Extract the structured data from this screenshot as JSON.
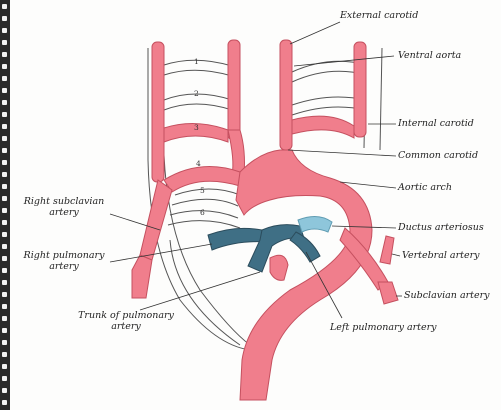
{
  "labels": {
    "external_carotid": "External carotid",
    "ventral_aorta": "Ventral aorta",
    "internal_carotid": "Internal carotid",
    "common_carotid": "Common carotid",
    "aortic_arch": "Aortic arch",
    "ductus_arteriosus": "Ductus arteriosus",
    "vertebral_artery": "Vertebral artery",
    "subclavian_artery": "Subclavian artery",
    "left_pulmonary_artery": "Left pulmonary artery",
    "trunk_of_pulmonary_artery_line1": "Trunk of pulmonary",
    "trunk_of_pulmonary_artery_line2": "artery",
    "right_subclavian_artery_line1": "Right subclavian",
    "right_subclavian_artery_line2": "artery",
    "right_pulmonary_artery_line1": "Right pulmonary",
    "right_pulmonary_artery_line2": "artery"
  },
  "arch_numbers": [
    "1",
    "2",
    "3",
    "4",
    "5",
    "6"
  ],
  "colors": {
    "artery_fill": "#f07e8c",
    "artery_stroke": "#c5505f",
    "pulmonary_fill": "#3f6f85",
    "ductus_fill": "#8ec6db",
    "outline": "#555555",
    "leader": "#333333"
  }
}
